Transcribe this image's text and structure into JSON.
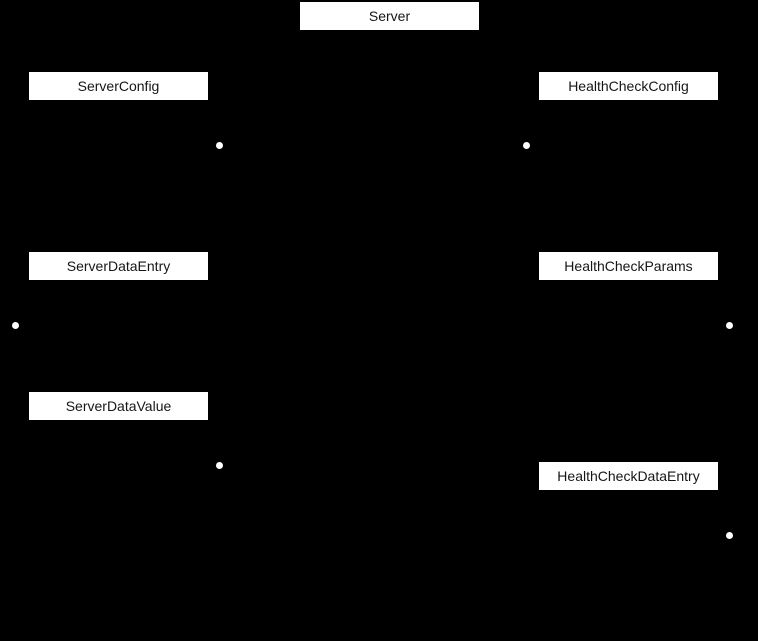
{
  "diagram": {
    "type": "entity-relationship-diagram",
    "colors": {
      "background": "#000000",
      "node_fill": "#ffffff",
      "node_text": "#161616",
      "connector_dot": "#ffffff"
    },
    "nodes": {
      "server": {
        "label": "Server"
      },
      "server_config": {
        "label": "ServerConfig"
      },
      "health_check_config": {
        "label": "HealthCheckConfig"
      },
      "server_data_entry": {
        "label": "ServerDataEntry"
      },
      "health_check_params": {
        "label": "HealthCheckParams"
      },
      "server_data_value": {
        "label": "ServerDataValue"
      },
      "health_check_data_entry": {
        "label": "HealthCheckDataEntry"
      }
    }
  }
}
